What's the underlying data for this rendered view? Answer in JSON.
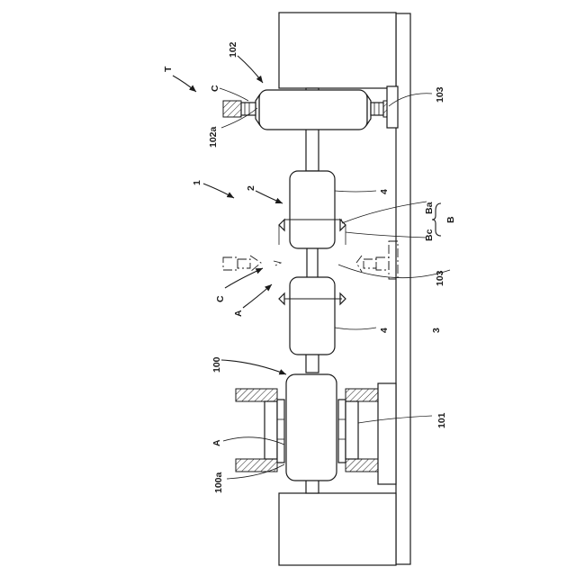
{
  "labels": {
    "T": "T",
    "l102": "102",
    "C_top": "C",
    "l102a": "102a",
    "l103_top": "103",
    "l1": "1",
    "l2": "2",
    "l4_top": "4",
    "Ba": "Ba",
    "Bc": "Bc",
    "B": "B",
    "l103_mid": "103",
    "C_mid": "C",
    "A_mid": "A",
    "l3": "3",
    "l4_bot": "4",
    "l100": "100",
    "A_bot": "A",
    "l101": "101",
    "l100a": "100a"
  }
}
